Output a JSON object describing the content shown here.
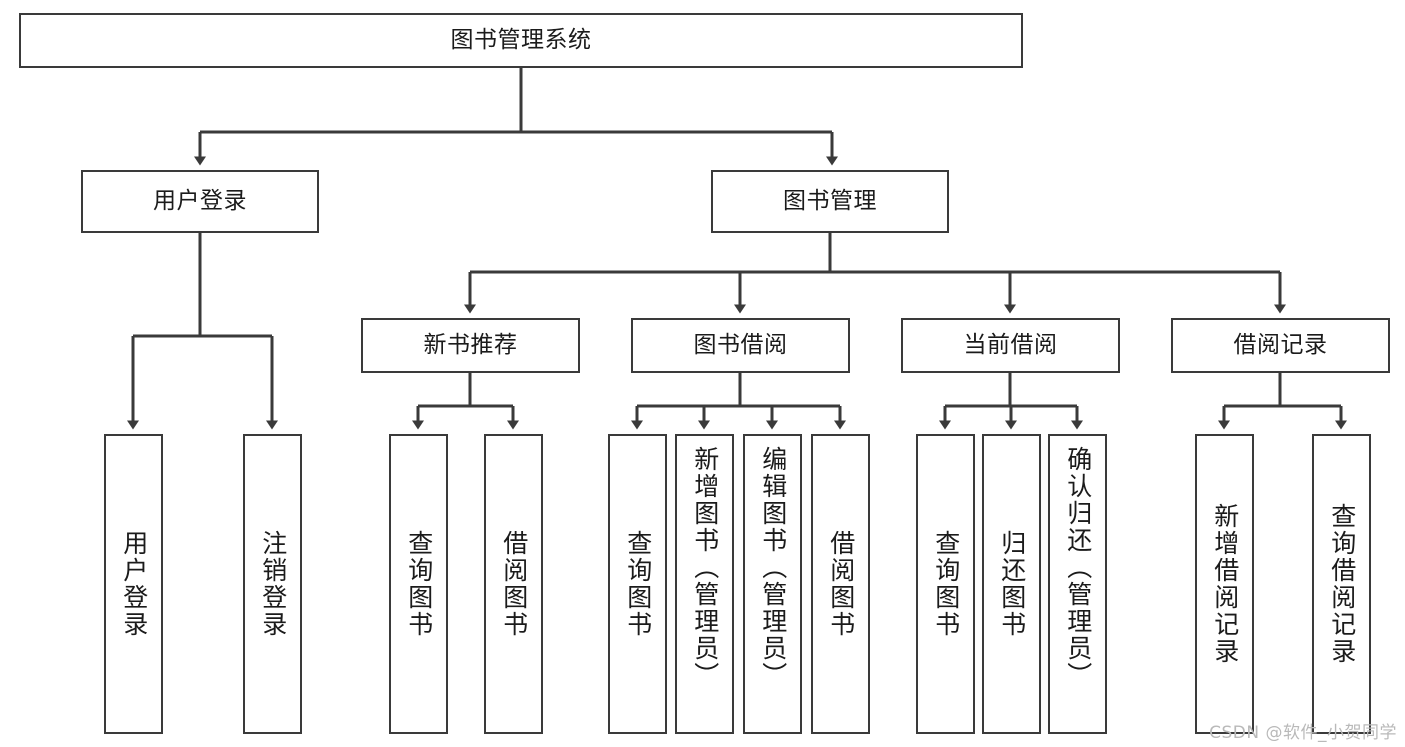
{
  "diagram": {
    "title": "图书管理系统",
    "type": "tree",
    "root": {
      "label": "图书管理系统"
    },
    "level1": [
      {
        "label": "用户登录"
      },
      {
        "label": "图书管理"
      }
    ],
    "level2": [
      {
        "label": "新书推荐"
      },
      {
        "label": "图书借阅"
      },
      {
        "label": "当前借阅"
      },
      {
        "label": "借阅记录"
      }
    ],
    "leaves": {
      "user_login": [
        {
          "label": "用户登录"
        },
        {
          "label": "注销登录"
        }
      ],
      "new_book_recommend": [
        {
          "label": "查询图书"
        },
        {
          "label": "借阅图书"
        }
      ],
      "book_borrow": [
        {
          "label": "查询图书"
        },
        {
          "label": "新增图书（管理员）"
        },
        {
          "label": "编辑图书（管理员）"
        },
        {
          "label": "借阅图书"
        }
      ],
      "current_borrow": [
        {
          "label": "查询图书"
        },
        {
          "label": "归还图书"
        },
        {
          "label": "确认归还（管理员）"
        }
      ],
      "borrow_record": [
        {
          "label": "新增借阅记录"
        },
        {
          "label": "查询借阅记录"
        }
      ]
    }
  },
  "watermark": {
    "text": "CSDN @软件_小贺同学"
  },
  "colors": {
    "border": "#3a3a3a",
    "background": "#ffffff",
    "text": "#1b1b1b",
    "watermark": "#b9b9b9"
  }
}
